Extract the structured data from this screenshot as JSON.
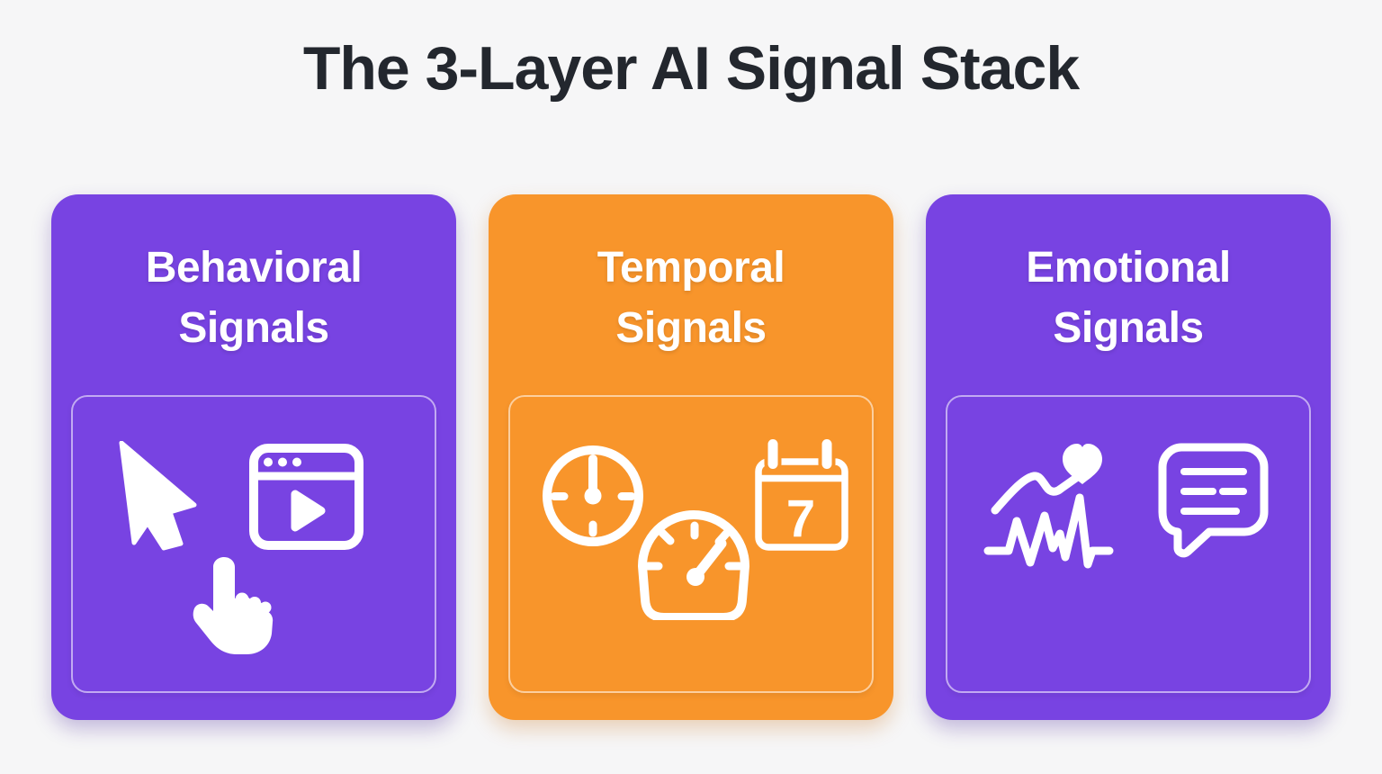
{
  "page": {
    "title": "The 3-Layer AI Signal Stack",
    "background_color": "#F6F6F7",
    "title_color": "#23272E"
  },
  "cards": [
    {
      "title_lines": [
        "Behavioral",
        "Signals"
      ],
      "color": "#7843E2",
      "icons": [
        "cursor-arrow-icon",
        "browser-video-player-icon",
        "tap-hand-icon"
      ]
    },
    {
      "title_lines": [
        "Temporal",
        "Signals"
      ],
      "color": "#F8952B",
      "calendar_day": "7",
      "icons": [
        "clock-icon",
        "speedometer-icon",
        "calendar-icon"
      ]
    },
    {
      "title_lines": [
        "Emotional",
        "Signals"
      ],
      "color": "#7843E2",
      "icons": [
        "heart-trend-pulse-icon",
        "chat-message-icon"
      ]
    }
  ]
}
